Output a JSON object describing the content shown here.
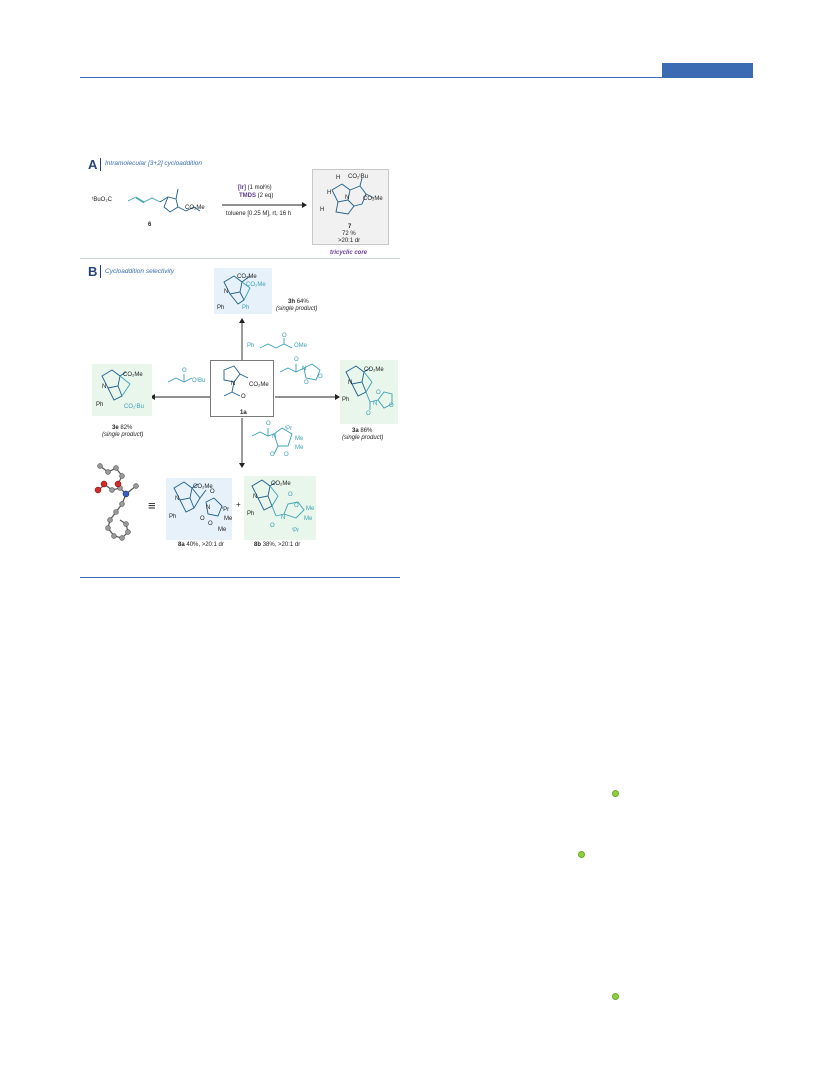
{
  "panelA": {
    "letter": "A",
    "title": "Intramolecular [3+2] cycloaddition",
    "reactant": {
      "ester_left": "ᵗBuO₂C",
      "ester_right": "CO₂Me",
      "label": "6"
    },
    "conditions": {
      "catalyst": "[Ir]",
      "catalyst_loading": "(1 mol%)",
      "reductant": "TMDS",
      "reductant_eq": "(2 eq)",
      "solvent": "toluene [0.25 M], rt, 16 h"
    },
    "product": {
      "label": "7",
      "yield": "72 %",
      "dr": ">20:1 dr",
      "core": "tricyclic core",
      "subst_top": "CO₂ᵗBu",
      "subst_right": "CO₂Me",
      "h1": "H",
      "h2": "H",
      "h3": "H",
      "n": "N"
    }
  },
  "panelB": {
    "letter": "B",
    "title": "Cycloaddition selectivity",
    "center": {
      "label": "1a",
      "ester": "CO₂Me",
      "n": "N",
      "o": "O"
    },
    "top": {
      "label": "3h",
      "yield": "64%",
      "note": "(single product)",
      "s1": "CO₂Me",
      "s2": "CO₂Me",
      "ph1": "Ph",
      "ph2": "Ph",
      "n": "N",
      "reagent_ph": "Ph",
      "reagent_o": "O",
      "reagent_ome": "OMe"
    },
    "left": {
      "label": "3e",
      "yield": "82%",
      "note": "(single product)",
      "s1": "CO₂Me",
      "s2": "CO₂ᵗBu",
      "ph": "Ph",
      "n": "N",
      "reagent_o": "O",
      "reagent_obu": "OᵗBu"
    },
    "right": {
      "label": "3a",
      "yield": "86%",
      "note": "(single product)",
      "s1": "CO₂Me",
      "ph": "Ph",
      "n": "N",
      "n2": "N",
      "o1": "O",
      "o2": "O",
      "o3": "O",
      "reagent_o": "O",
      "reagent_n": "N",
      "reagent_o2": "O",
      "reagent_o3": "O"
    },
    "bottom": {
      "reagent_o": "O",
      "reagent_n": "N",
      "reagent_ipr": "ⁱPr",
      "reagent_me1": "Me",
      "reagent_me2": "Me",
      "reagent_o2": "O",
      "reagent_o3": "O",
      "equiv": "≡",
      "plus": "+",
      "p8a": {
        "label": "8a",
        "result": "40%, >20:1 dr",
        "s1": "CO₂Me",
        "ph": "Ph",
        "n": "N",
        "n2": "N",
        "ipr": "ⁱPr",
        "me1": "Me",
        "me2": "Me",
        "o1": "O",
        "o2": "O",
        "o3": "O"
      },
      "p8b": {
        "label": "8b",
        "result": "38%, >20:1 dr",
        "s1": "CO₂Me",
        "ph": "Ph",
        "n": "N",
        "n2": "N",
        "ipr": "ⁱPr",
        "me1": "Me",
        "me2": "Me",
        "o1": "O",
        "o2": "O",
        "o3": "O"
      }
    }
  },
  "colors": {
    "accent": "#3b6cb3",
    "highlight_green": "#e8f6ec",
    "highlight_blue": "#e6f1fa",
    "bond_blue": "#1f5f8b",
    "bond_teal": "#3aa0b5",
    "purple": "#5b3b8c",
    "dot_green": "#8fcf3c"
  }
}
